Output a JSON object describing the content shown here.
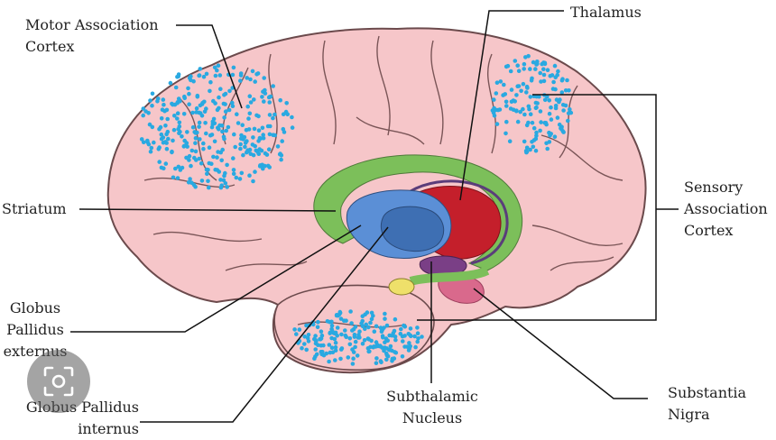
{
  "labels": {
    "motor_association_cortex": "Motor Association\nCortex",
    "thalamus": "Thalamus",
    "striatum": "Striatum",
    "sensory_association_cortex": "Sensory\nAssociation\nCortex",
    "globus_pallidus_externus": "Globus\nPallidus\nexternus",
    "globus_pallidus_internus": "Globus Pallidus\ninternus",
    "subthalamic_nucleus": "Subthalamic\nNucleus",
    "substantia_nigra": "Substantia\nNigra"
  },
  "colors": {
    "brain": "#f6c6c9",
    "brain_outline": "#6b4a4c",
    "sulci": "#7a5557",
    "association_dots": "#29a9e1",
    "striatum": "#7cbf5a",
    "globus_pallidus_externus": "#5b8fd6",
    "globus_pallidus_internus": "#3e6fb3",
    "thalamus": "#c41f2b",
    "subthalamic_nucleus": "#7a3f86",
    "substantia_nigra": "#d9698c",
    "amygdala": "#eee06a",
    "leader_lines": "#111111"
  },
  "overlay": {
    "icon": "lens-search-icon"
  }
}
